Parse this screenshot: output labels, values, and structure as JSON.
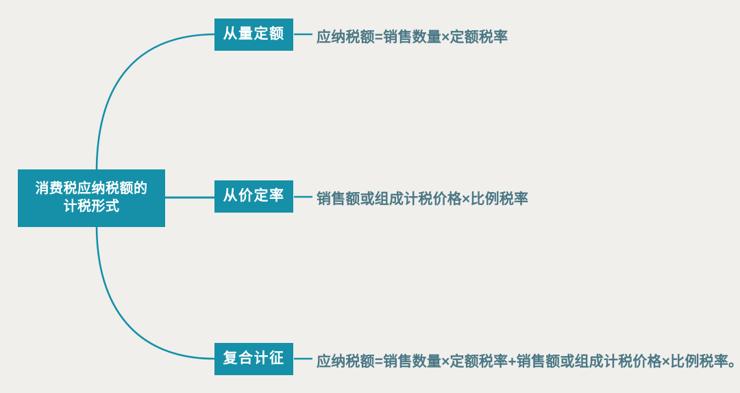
{
  "diagram": {
    "type": "mind-map",
    "colors": {
      "background": "#f0efeb",
      "node_fill": "#1590a8",
      "node_text": "#ffffff",
      "connector": "#1590a8",
      "description_text": "#4a7785"
    },
    "root": {
      "label": "消费税应纳税额的\n计税形式",
      "line1": "消费税应纳税额的",
      "line2": "计税形式"
    },
    "branches": [
      {
        "label": "从量定额",
        "description": "应纳税额=销售数量×定额税率"
      },
      {
        "label": "从价定率",
        "description": "销售额或组成计税价格×比例税率"
      },
      {
        "label": "复合计征",
        "description": "应纳税额=销售数量×定额税率+销售额或组成计税价格×比例税率。"
      }
    ]
  }
}
